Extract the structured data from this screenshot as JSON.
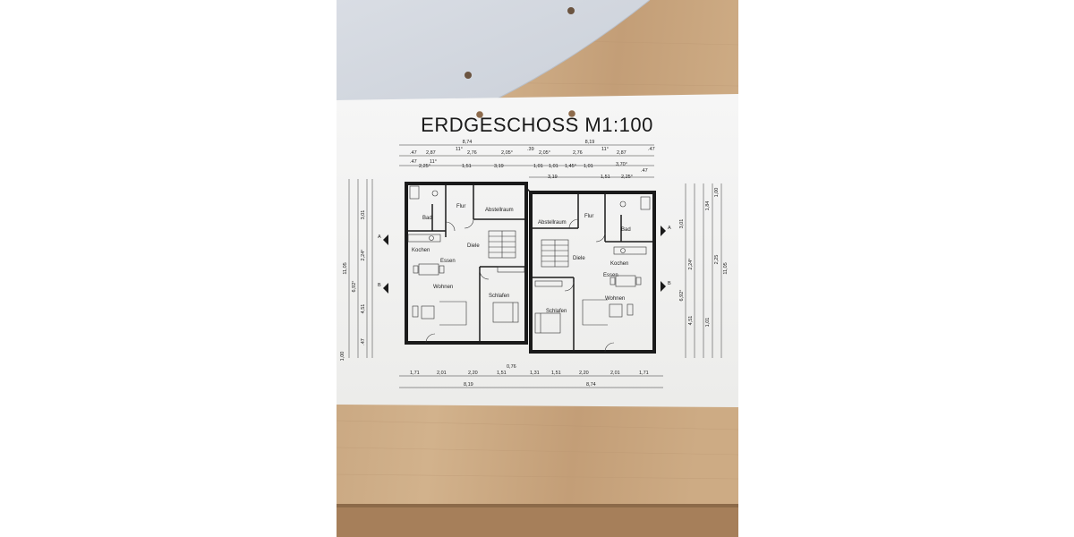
{
  "plan": {
    "title": "ERDGESCHOSS M1:100",
    "top_dims": {
      "overall": [
        "8,74",
        "8,19"
      ],
      "row2": [
        ".47",
        "2,87",
        "11°",
        "2,76",
        "2,05°",
        ".39",
        "2,05°",
        "2,76",
        "11°",
        "2,87",
        ".47"
      ],
      "row3": [
        ".47",
        "11°",
        "2,25°",
        "1,51",
        "3,19",
        "1,01",
        "1,01",
        "1,45°",
        "1,01",
        "3,70°",
        ".47"
      ],
      "row4": [
        "3,19",
        "1,51",
        "2,25°"
      ]
    },
    "bottom_dims": {
      "row1": [
        "1,71",
        "2,01",
        "2,20",
        "1,51",
        "0,76",
        "1,31",
        "1,51",
        "2,20",
        "2,01",
        "1,71"
      ],
      "overall": [
        "8,19",
        "8,74"
      ]
    },
    "left_dims": [
      "11,05",
      "3,01",
      "2,24°",
      "6,92°",
      "4,51",
      ".47",
      "1,00"
    ],
    "right_dims": [
      "11,05",
      "3,01",
      "2,24°",
      "6,92°",
      "4,51",
      "1,84",
      "2,25",
      "1,01",
      "1,00"
    ],
    "rooms_left": {
      "bad": "Bad",
      "flur": "Flur",
      "abstellraum": "Abstellraum",
      "kochen": "Kochen",
      "diele": "Diele",
      "essen": "Essen",
      "wohnen": "Wohnen",
      "schlafen": "Schlafen"
    },
    "rooms_right": {
      "abstellraum": "Abstellraum",
      "flur": "Flur",
      "bad": "Bad",
      "diele": "Diele",
      "kochen": "Kochen",
      "essen": "Essen",
      "wohnen": "Wohnen",
      "schlafen": "Schlafen"
    },
    "section_marks": [
      "A",
      "B",
      "A",
      "B"
    ]
  }
}
